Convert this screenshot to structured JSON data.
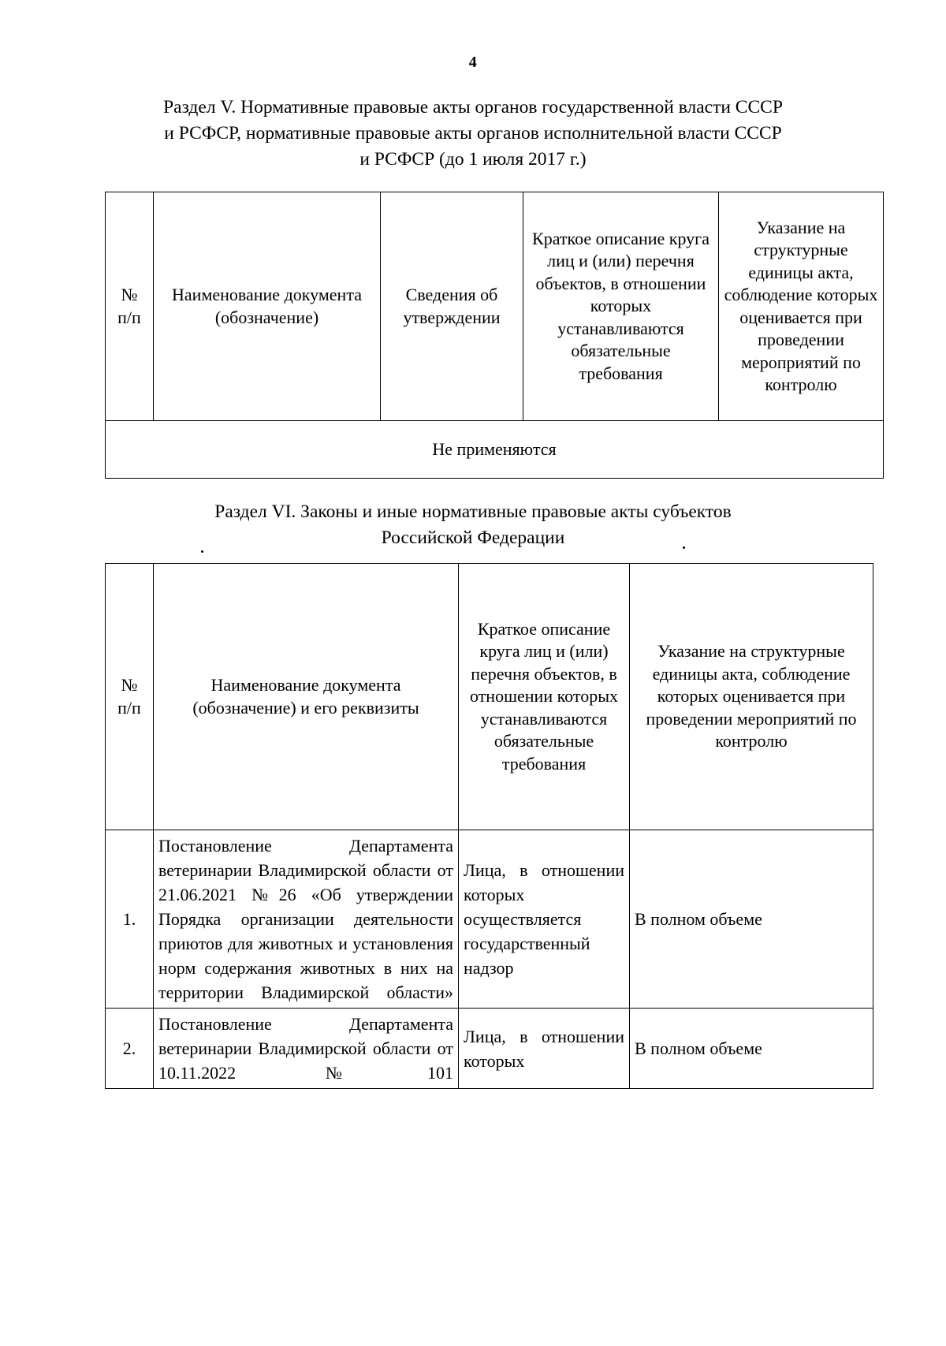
{
  "page": {
    "number": "4"
  },
  "section_v": {
    "heading_lines": [
      "Раздел V. Нормативные правовые акты органов государственной власти СССР",
      "и РСФСР, нормативные правовые акты органов исполнительной власти СССР",
      "и РСФСР (до 1 июля 2017 г.)"
    ],
    "heading_full": "Раздел V. Нормативные правовые акты органов государственной власти СССР и РСФСР, нормативные правовые акты органов исполнительной власти СССР и РСФСР (до 1 июля 2017 г.)",
    "table": {
      "headers": [
        "№ п/п",
        "Наименование документа (обозначение)",
        "Сведения об утверждении",
        "Краткое описание круга лиц и (или) перечня объектов, в отношении которых устанавливаются обязательные требования",
        "Указание на структурные единицы акта, соблюдение которых оценивается при проведении мероприятий по контролю"
      ],
      "header_num_line1": "№",
      "header_num_line2": "п/п",
      "empty_text": "Не применяются"
    }
  },
  "section_vi": {
    "heading_lines": [
      "Раздел VI. Законы и иные нормативные правовые акты субъектов",
      "Российской Федерации"
    ],
    "heading_full": "Раздел VI. Законы и иные нормативные правовые акты субъектов Российской Федерации",
    "table": {
      "headers": [
        "№ п/п",
        "Наименование документа (обозначение) и его реквизиты",
        "Краткое описание круга лиц и (или) перечня объектов, в отношении которых устанавливаются обязательные требования",
        "Указание на структурные единицы акта, соблюдение которых оценивается при проведении мероприятий по контролю"
      ],
      "header_num_line1": "№",
      "header_num_line2": "п/п",
      "header_name_line1": "Наименование документа",
      "header_name_line2": "(обозначение) и его реквизиты",
      "rows": [
        {
          "num": "1.",
          "name": "Постановление Департамента ветеринарии Владимирской области от 21.06.2021 №26 «Об утверждении Порядка организации деятельности приютов для животных и установления норм содержания животных в них на территории Владимирской области»",
          "brief": "Лица, в отношении которых осуществляется государственный надзор",
          "structural": "В полном объеме"
        },
        {
          "num": "2.",
          "name": "Постановление Департамента ветеринарии Владимирской области от 10.11.2022 №101",
          "brief": "Лица, в отношении которых",
          "structural": "В полном объеме"
        }
      ]
    }
  }
}
